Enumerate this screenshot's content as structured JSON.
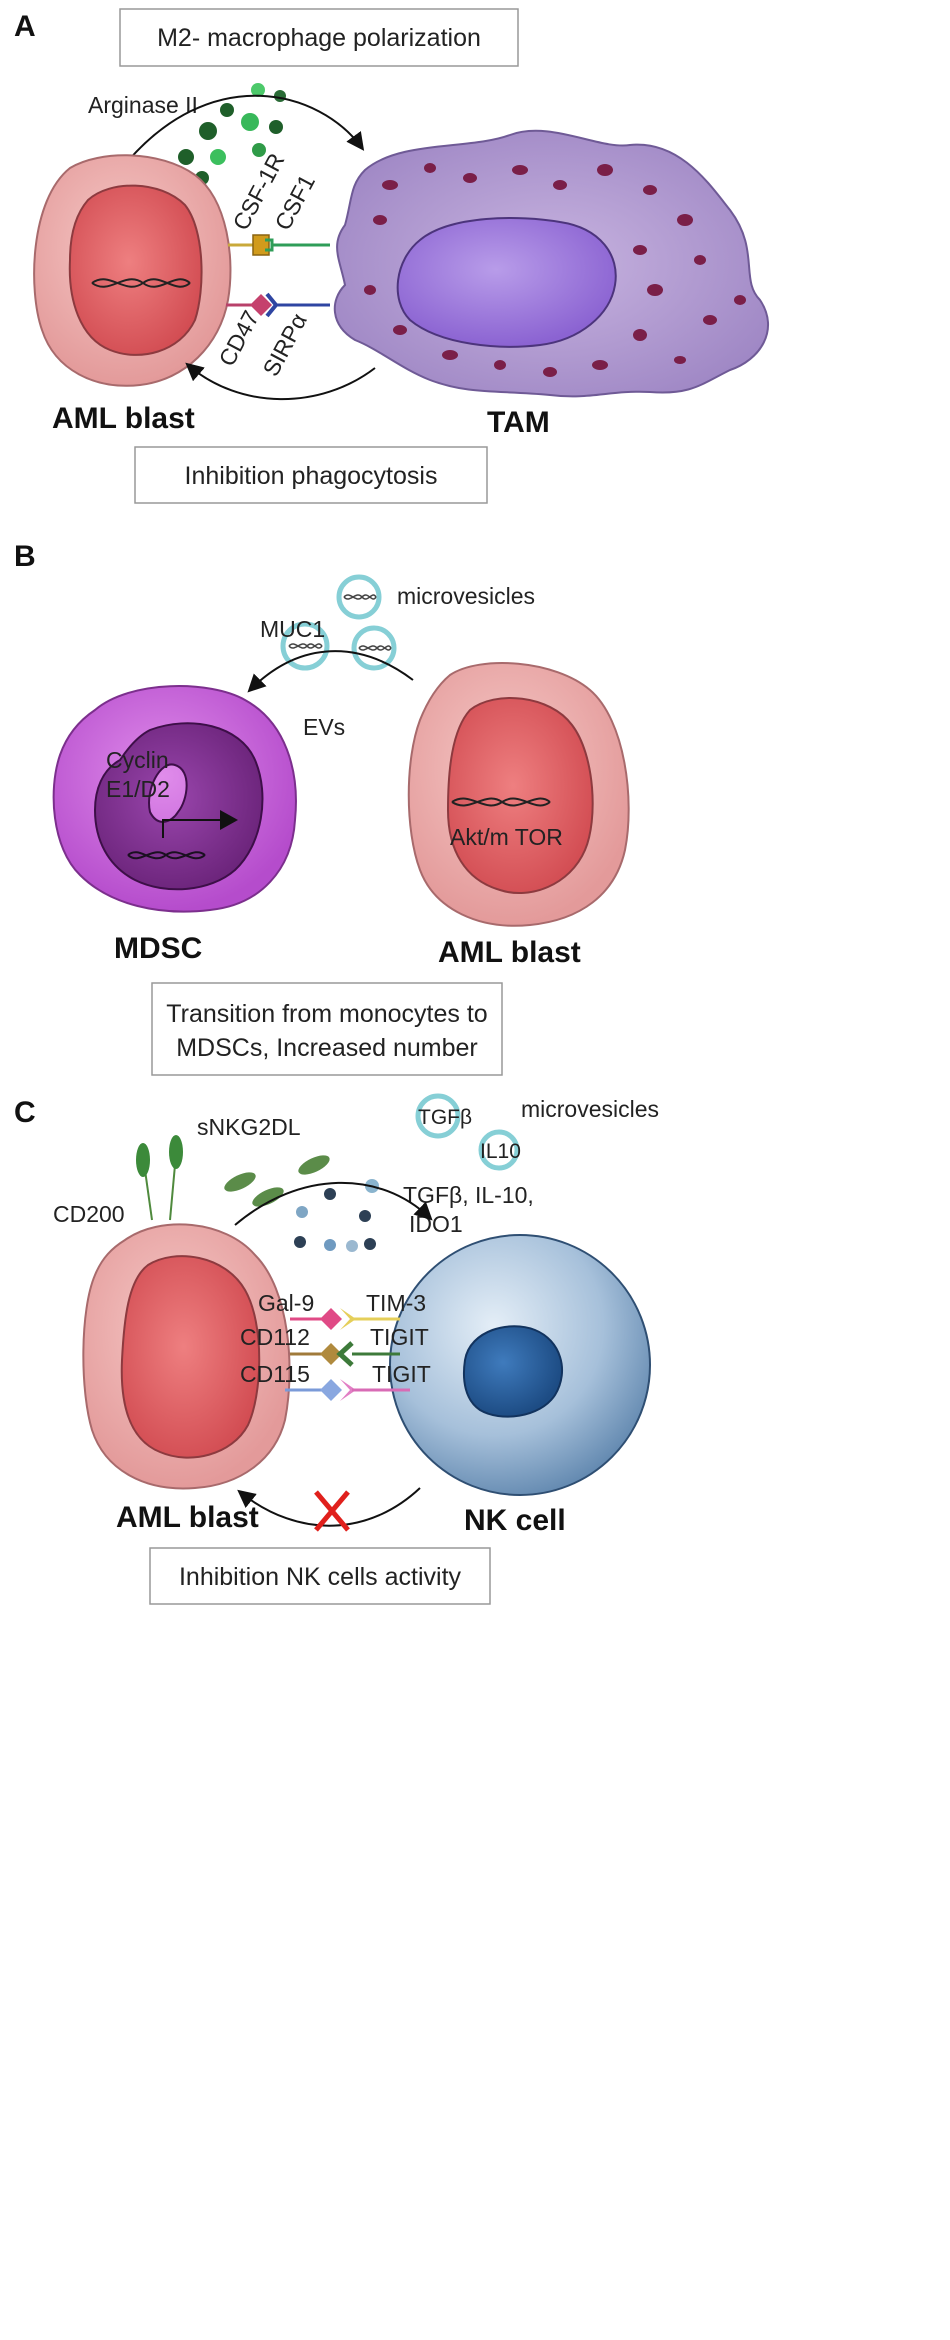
{
  "panel_a": {
    "letter": "A",
    "title_box": "M2- macrophage polarization",
    "bottom_box": "Inhibition phagocytosis",
    "arginase": "Arginase II",
    "csf1r": "CSF-1R",
    "csf1": "CSF1",
    "cd47": "CD47",
    "sirpa": "SIRPα",
    "aml_label": "AML blast",
    "tam_label": "TAM"
  },
  "panel_b": {
    "letter": "B",
    "microvesicles": "microvesicles",
    "muc1": "MUC1",
    "evs": "EVs",
    "cyclin_line1": "Cyclin",
    "cyclin_line2": "E1/D2",
    "akt": "Akt/m TOR",
    "mdsc_label": "MDSC",
    "aml_label": "AML blast",
    "box_line1": "Transition from monocytes to",
    "box_line2": "MDSCs, Increased number"
  },
  "panel_c": {
    "letter": "C",
    "microvesicles": "microvesicles",
    "tgfb": "TGFβ",
    "il10": "IL10",
    "snkg2dl": "sNKG2DL",
    "cytokines_line1": "TGFβ, IL-10,",
    "cytokines_line2": "IDO1",
    "cd200": "CD200",
    "gal9": "Gal-9",
    "tim3": "TIM-3",
    "cd112": "CD112",
    "tigit1": "TIGIT",
    "cd115": "CD115",
    "tigit2": "TIGIT",
    "aml_label": "AML blast",
    "nk_label": "NK cell",
    "bottom_box": "Inhibition NK cells activity"
  },
  "colors": {
    "aml_outer": "#e9a3a3",
    "aml_inner": "#dd5a5e",
    "tam_body": "#b39ad1",
    "tam_nucleus": "#9f7fd9",
    "mdsc_outer": "#c35ad6",
    "mdsc_nucleus": "#7a2d8d",
    "nk_body": "#8fb0cf",
    "nk_nucleus": "#2a5f9b",
    "vesicle": "#7ccbd3",
    "green_dot": "#2e8b3a",
    "inhibit_x": "#e0201c"
  }
}
